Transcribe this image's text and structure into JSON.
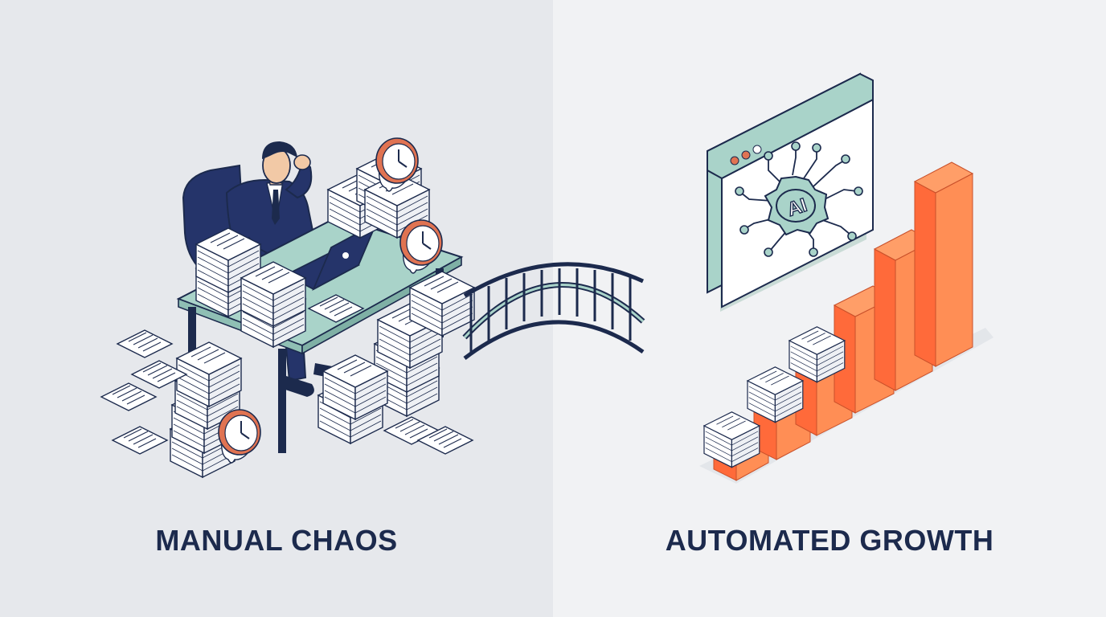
{
  "left_panel": {
    "caption": "MANUAL CHAOS"
  },
  "right_panel": {
    "caption": "AUTOMATED GROWTH",
    "screen_label": "AI"
  },
  "colors": {
    "navy": "#1c2a4d",
    "suit": "#25346a",
    "desk": "#a9d3c9",
    "clock_rim": "#e07352",
    "bar_orange": "#ff7a45",
    "panel_left": "#e6e8ec",
    "panel_right": "#f1f2f4"
  },
  "icons": [
    "overwhelmed-worker-icon",
    "desk-icon",
    "laptop-icon",
    "paper-stack-icon",
    "melting-clock-icon",
    "bridge-icon",
    "ai-window-icon",
    "ai-chip-icon",
    "growth-bar-chart-icon"
  ]
}
